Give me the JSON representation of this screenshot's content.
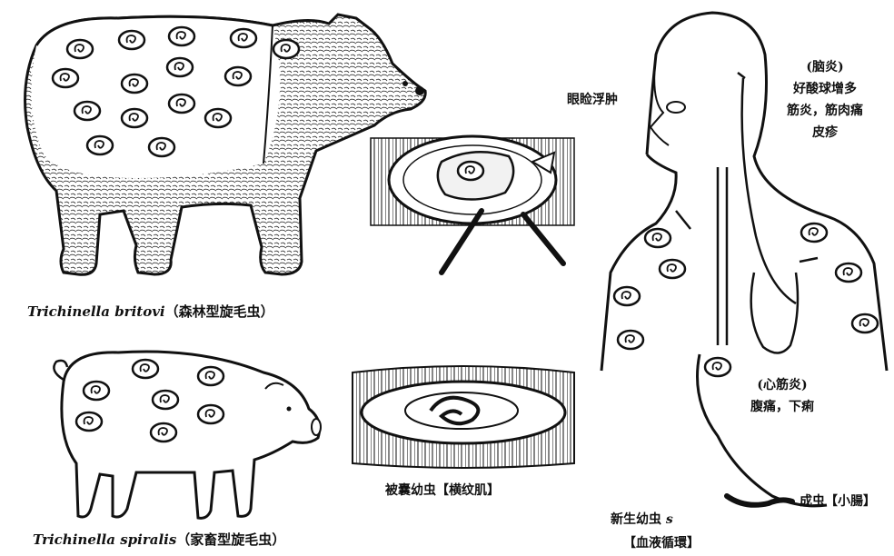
{
  "bear": {
    "caption_latin": "Trichinella britovi",
    "caption_cn": "（森林型旋毛虫）"
  },
  "pig": {
    "caption_latin": "Trichinella spiralis",
    "caption_cn": "（家畜型旋毛虫）"
  },
  "muscle": {
    "label": "被囊幼虫【横纹肌】"
  },
  "human": {
    "eyelid": "眼睑浮肿",
    "brain": [
      "(脑炎)",
      "好酸球增多",
      "筋炎，筋肉痛",
      "皮疹"
    ],
    "heart": [
      "(心筋炎)",
      "腹痛，下痢"
    ],
    "adult": "成虫【小腸】",
    "larva": "新生幼虫",
    "larva_mark": "s",
    "blood": "【血液循環】"
  }
}
